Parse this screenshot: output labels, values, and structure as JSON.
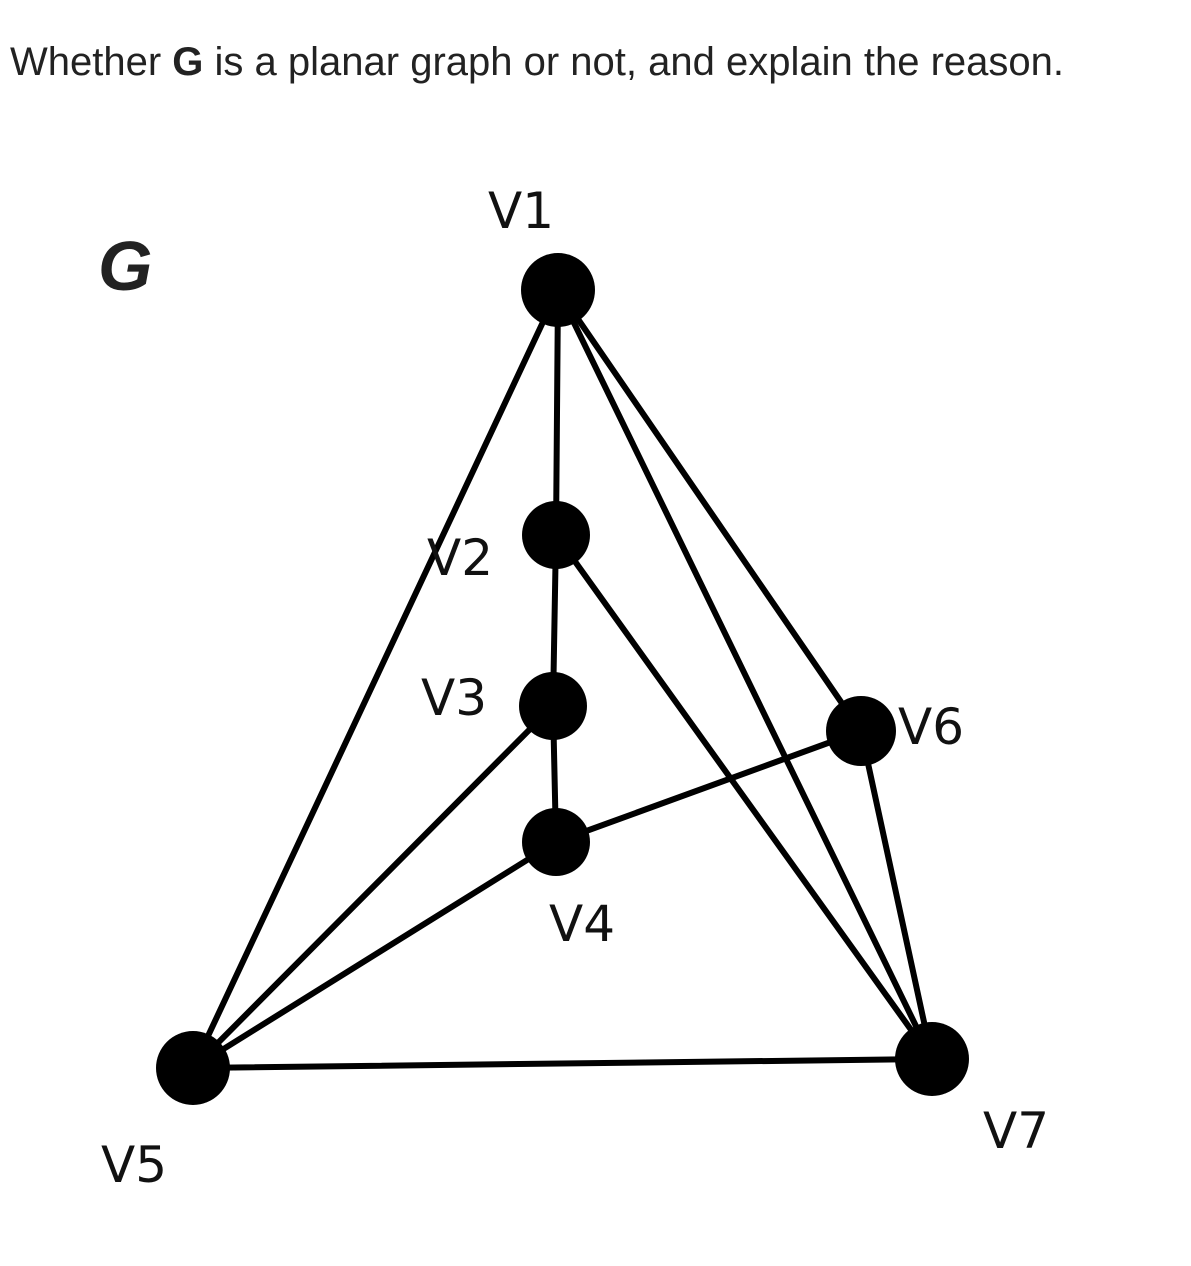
{
  "question": {
    "prefix": "Whether ",
    "graph_name": "G",
    "suffix": " is a planar graph or not, and explain the reason."
  },
  "graph": {
    "name": "G",
    "vertices": [
      {
        "id": "V1",
        "label": "V1"
      },
      {
        "id": "V2",
        "label": "V2"
      },
      {
        "id": "V3",
        "label": "V3"
      },
      {
        "id": "V4",
        "label": "V4"
      },
      {
        "id": "V5",
        "label": "V5"
      },
      {
        "id": "V6",
        "label": "V6"
      },
      {
        "id": "V7",
        "label": "V7"
      }
    ],
    "edges": [
      [
        "V1",
        "V2"
      ],
      [
        "V1",
        "V5"
      ],
      [
        "V1",
        "V6"
      ],
      [
        "V1",
        "V7"
      ],
      [
        "V2",
        "V3"
      ],
      [
        "V2",
        "V7"
      ],
      [
        "V3",
        "V4"
      ],
      [
        "V3",
        "V5"
      ],
      [
        "V4",
        "V5"
      ],
      [
        "V4",
        "V6"
      ],
      [
        "V5",
        "V7"
      ],
      [
        "V6",
        "V7"
      ]
    ]
  }
}
